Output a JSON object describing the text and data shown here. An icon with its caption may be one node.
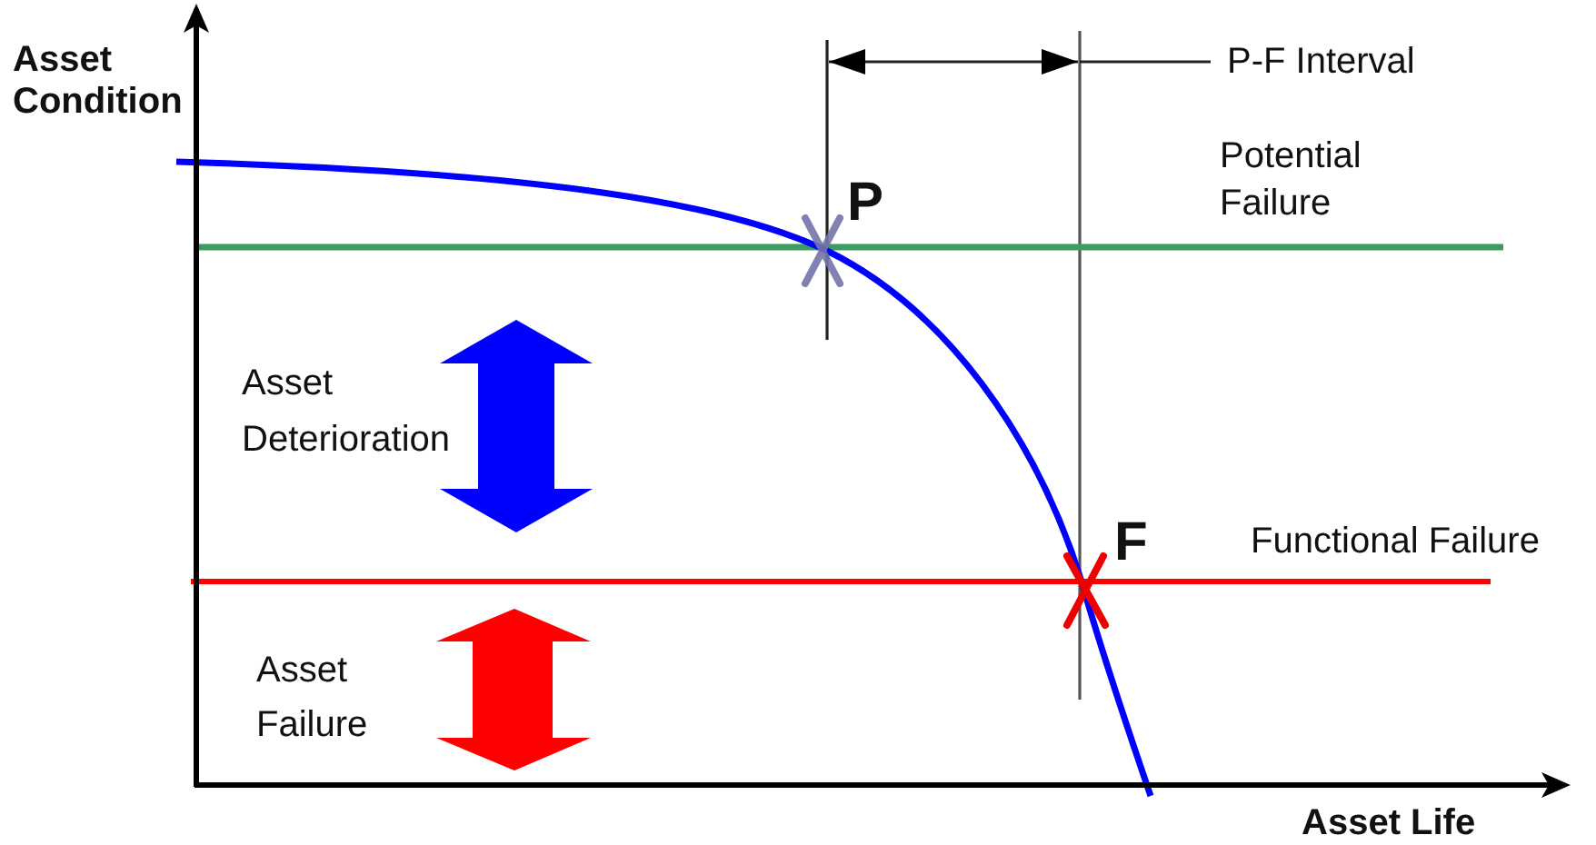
{
  "diagram": {
    "labels": [
      "Asset Condition",
      "P-F Interval",
      "Potential Failure",
      "P",
      "Asset Deterioration",
      "F",
      "Functional Failure",
      "Asset Failure",
      "Asset Life"
    ]
  }
}
